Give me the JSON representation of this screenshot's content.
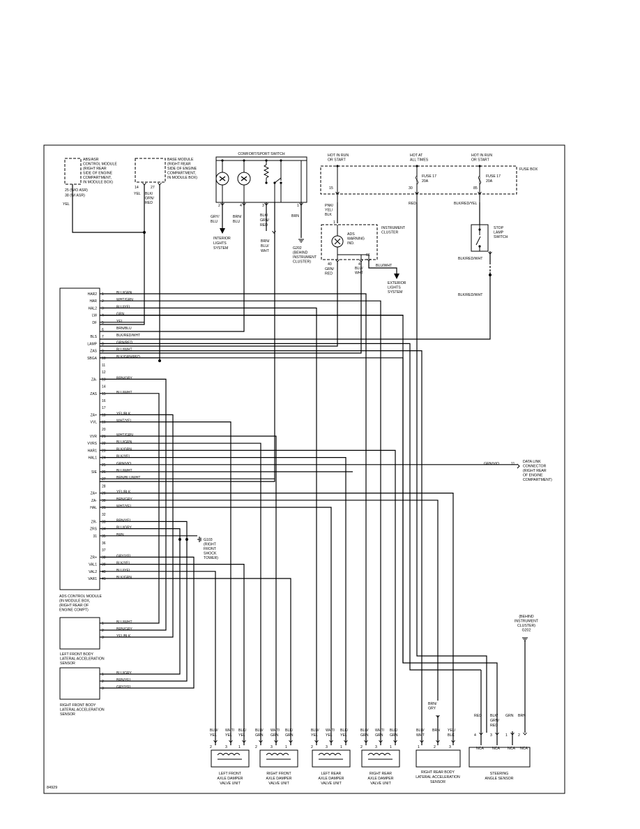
{
  "figure_id": "84929",
  "ads_module": {
    "pins": [
      {
        "n": "1",
        "sig": "HAR2",
        "color": "BLU/GRN"
      },
      {
        "n": "2",
        "sig": "HAR",
        "color": "WHT/GRN"
      },
      {
        "n": "3",
        "sig": "HAL2",
        "color": "BLU/YEL"
      },
      {
        "n": "4",
        "sig": "LW",
        "color": "GRN"
      },
      {
        "n": "5",
        "sig": "DF",
        "color": "YEL"
      },
      {
        "n": "6",
        "sig": "",
        "color": "BRN/BLU"
      },
      {
        "n": "7",
        "sig": "BLS",
        "color": "BLK/RED/WHT"
      },
      {
        "n": "8",
        "sig": "LAMP",
        "color": "GRN/RED"
      },
      {
        "n": "9",
        "sig": "ZAS",
        "color": "BLU/WHT"
      },
      {
        "n": "10",
        "sig": "SBGA",
        "color": "BLK/GRN/RED"
      },
      {
        "n": "11",
        "sig": "",
        "color": ""
      },
      {
        "n": "12",
        "sig": "",
        "color": ""
      },
      {
        "n": "13",
        "sig": "ZA-",
        "color": "BRN/GRY"
      },
      {
        "n": "14",
        "sig": "",
        "color": ""
      },
      {
        "n": "15",
        "sig": "ZAS",
        "color": "BLU/WHT"
      },
      {
        "n": "16",
        "sig": "",
        "color": ""
      },
      {
        "n": "17",
        "sig": "",
        "color": ""
      },
      {
        "n": "18",
        "sig": "ZA+",
        "color": "YEL/BLK"
      },
      {
        "n": "19",
        "sig": "VVL",
        "color": "WHT/YEL"
      },
      {
        "n": "20",
        "sig": "",
        "color": ""
      },
      {
        "n": "21",
        "sig": "VVR",
        "color": "WHT/GRN"
      },
      {
        "n": "22",
        "sig": "VVRS",
        "color": "BLU/GRN"
      },
      {
        "n": "23",
        "sig": "HAR1",
        "color": "BLK/GRN"
      },
      {
        "n": "24",
        "sig": "HAL1",
        "color": "BLK/YEL"
      },
      {
        "n": "25",
        "sig": "",
        "color": "GRN/VIO"
      },
      {
        "n": "26",
        "sig": "SIE",
        "color": "BLU/WHT"
      },
      {
        "n": "27",
        "sig": "",
        "color": "BRN/BLU/WHT"
      },
      {
        "n": "28",
        "sig": "",
        "color": ""
      },
      {
        "n": "29",
        "sig": "ZA+",
        "color": "YEL/BLK"
      },
      {
        "n": "30",
        "sig": "ZA-",
        "color": "BRN/GRY"
      },
      {
        "n": "31",
        "sig": "HAL",
        "color": "WHT/YEL"
      },
      {
        "n": "32",
        "sig": "",
        "color": ""
      },
      {
        "n": "33",
        "sig": "ZR-",
        "color": "BRN/YEL"
      },
      {
        "n": "34",
        "sig": "ZRS",
        "color": "BLU/GRY"
      },
      {
        "n": "35",
        "sig": "31",
        "color": "BRN"
      },
      {
        "n": "36",
        "sig": "",
        "color": ""
      },
      {
        "n": "37",
        "sig": "",
        "color": ""
      },
      {
        "n": "38",
        "sig": "ZR+",
        "color": "GRY/YEL"
      },
      {
        "n": "39",
        "sig": "VAL1",
        "color": "BLK/YEL"
      },
      {
        "n": "40",
        "sig": "VAL2",
        "color": "BLU/YEL"
      },
      {
        "n": "41",
        "sig": "VAR1",
        "color": "BLK/GRN"
      }
    ],
    "label": [
      "ADS CONTROL MODULE",
      "(IN MODULE BOX,",
      "(RIGHT REAR OF",
      "ENGINE COMPT)"
    ]
  },
  "abs_module": {
    "label": [
      "ABS/ASR",
      "CONTROL MODULE",
      "(RIGHT REAR",
      "SIDE OF ENGINE",
      "COMPARTMENT,",
      "IN MODULE BOX)"
    ],
    "pin_lines": [
      "25   (W/O ASR)",
      "38   (W/ ASR)"
    ],
    "wire": "YEL"
  },
  "base_module": {
    "label": [
      "BASE MODULE",
      "(RIGHT REAR",
      "SIDE OF ENGINE",
      "COMPARTMENT,",
      "IN MODULE BOX)"
    ],
    "pins": [
      "14",
      "27"
    ],
    "wires": [
      "YEL",
      "BLK/",
      "GRN/",
      "RED"
    ]
  },
  "comfort_switch": {
    "title": "COMFORT/SPORT SWITCH",
    "pins": [
      "2",
      "4",
      "3",
      "1"
    ],
    "wires": [
      [
        "GRY/",
        "BLU"
      ],
      [
        "BRN/",
        "BLU"
      ],
      [
        "BLK/",
        "GRN/",
        "RED"
      ],
      [
        "BRN"
      ]
    ],
    "interior": [
      "INTERIOR",
      "LIGHTS",
      "SYSTEM"
    ],
    "g202": [
      "G202",
      "(BEHIND",
      "INSTRUMENT",
      "CLUSTER)"
    ],
    "brn_blu_wht": [
      "BRN/",
      "BLU/",
      "WHT"
    ]
  },
  "power": {
    "hot_run1": [
      "HOT IN RUN",
      "OR START"
    ],
    "hot_all": [
      "HOT AT",
      "ALL TIMES"
    ],
    "hot_run2": [
      "HOT IN RUN",
      "OR START"
    ],
    "fuse_box": "FUSE BOX",
    "fuse1": [
      "FUSE 17",
      "20A"
    ],
    "fuse2": [
      "FUSE 17",
      "20A"
    ],
    "pin15": "15",
    "pin30": "30",
    "pin85": "85",
    "wire1": [
      "PNK/",
      "YEL/",
      "BLK"
    ],
    "wire_red": "RED",
    "wire3": "BLK/RED/YEL"
  },
  "instrument_cluster": {
    "label": [
      "INSTRUMENT",
      "CLUSTER"
    ],
    "warning": [
      "ADS",
      "WARNING",
      "IND."
    ],
    "pin1": "1",
    "pin40": "40",
    "pin4": "4",
    "pin61": "61",
    "wire40": [
      "GRN/",
      "RED"
    ],
    "wire4": [
      "BLU/",
      "WHT"
    ],
    "wire61": "BLU/WHT",
    "exterior": [
      "EXTERIOR",
      "LIGHTS",
      "SYSTEM"
    ]
  },
  "stop_lamp": {
    "label": [
      "STOP",
      "LAMP",
      "SWITCH"
    ],
    "wire1": "BLK/RED/WHT",
    "wire2": "BLK/RED/WHT"
  },
  "g103": {
    "label": [
      "G103",
      "(RIGHT",
      "FRONT",
      "SHOCK",
      "TOWER)"
    ]
  },
  "dlc": {
    "wire": "GRN/VIO",
    "pin": "11",
    "label": [
      "DATA LINK",
      "CONNECTOR",
      "(RIGHT REAR",
      "OF ENGINE",
      "COMPARTMENT)"
    ]
  },
  "lf_sensor": {
    "label": [
      "LEFT FRONT BODY",
      "LATERAL ACCELERATION",
      "SENSOR"
    ],
    "pins": [
      [
        "1",
        "BLU/WHT"
      ],
      [
        "2",
        "BRN/GRY"
      ],
      [
        "3",
        "YEL/BLK"
      ]
    ]
  },
  "rf_sensor": {
    "label": [
      "RIGHT FRONT BODY",
      "LATERAL ACCELERATION",
      "SENSOR"
    ],
    "pins": [
      [
        "1",
        "BLU/GRY"
      ],
      [
        "2",
        "BRN/YEL"
      ],
      [
        "3",
        "GRY/YEL"
      ]
    ]
  },
  "dampers": [
    {
      "label": [
        "LEFT FRONT",
        "AXLE DAMPER",
        "VALVE UNIT"
      ],
      "wires": [
        [
          "BLU/",
          "YEL"
        ],
        [
          "WHT/",
          "YEL"
        ],
        [
          "BLK/",
          "YEL"
        ]
      ],
      "pins": [
        "2",
        "3",
        "1"
      ]
    },
    {
      "label": [
        "RIGHT FRONT",
        "AXLE DAMPER",
        "VALVE UNIT"
      ],
      "wires": [
        [
          "BLU/",
          "GRN"
        ],
        [
          "WHT/",
          "GRN"
        ],
        [
          "BLK/",
          "GRN"
        ]
      ],
      "pins": [
        "2",
        "3",
        "1"
      ]
    },
    {
      "label": [
        "LEFT REAR",
        "AXLE DAMPER",
        "VALVE UNIT"
      ],
      "wires": [
        [
          "BLU/",
          "YEL"
        ],
        [
          "WHT/",
          "YEL"
        ],
        [
          "BLK/",
          "YEL"
        ]
      ],
      "pins": [
        "2",
        "3",
        "1"
      ]
    },
    {
      "label": [
        "RIGHT REAR",
        "AXLE DAMPER",
        "VALVE UNIT"
      ],
      "wires": [
        [
          "BLU/",
          "GRN"
        ],
        [
          "WHT/",
          "GRN"
        ],
        [
          "BLK/",
          "GRN"
        ]
      ],
      "pins": [
        "2",
        "3",
        "1"
      ]
    }
  ],
  "rr_sensor": {
    "label": [
      "RIGHT REAR BODY",
      "LATERAL ACCELERATION",
      "SENSOR"
    ],
    "wires": [
      [
        "BLU/",
        "WHT"
      ],
      [
        "BRN"
      ],
      [
        "YEL/",
        "BLK"
      ]
    ],
    "pins": [
      "1",
      "2",
      "3"
    ],
    "brngry": [
      "BRN/",
      "GRY"
    ]
  },
  "steering": {
    "label": [
      "STEERING",
      "ANGLE SENSOR"
    ],
    "wires": [
      [
        "RED"
      ],
      [
        "BLK/",
        "GRN/",
        "RED"
      ],
      [
        "GRN"
      ],
      [
        "BRN"
      ]
    ],
    "pins": [
      "4",
      "3",
      "1",
      "2"
    ],
    "nca": "NCA",
    "g202": [
      "(BEHIND",
      "INSTRUMENT",
      "CLUSTER)",
      "G202"
    ]
  }
}
